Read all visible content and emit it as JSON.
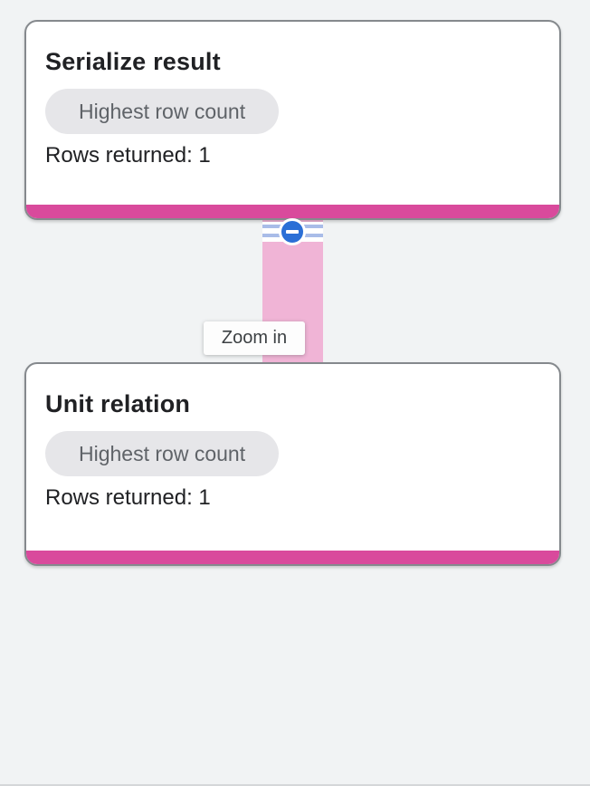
{
  "nodes": [
    {
      "title": "Serialize result",
      "badge": "Highest row count",
      "rows": "Rows returned: 1"
    },
    {
      "title": "Unit relation",
      "badge": "Highest row count",
      "rows": "Rows returned: 1"
    }
  ],
  "edge": {
    "tooltip": "Zoom in",
    "collapse_icon": "minus-icon"
  },
  "colors": {
    "page_background": "#f1f3f4",
    "card_border": "#85898d",
    "accent_bar_pink": "#d94a9c",
    "edge_pink": "#f0b4d6",
    "collapse_button_blue": "#2b6fd6",
    "stripe_blue": "#a9bce8",
    "badge_background": "#e6e6e9",
    "badge_text": "#5f6368",
    "text_primary": "#202124",
    "tooltip_text": "#3c4043"
  }
}
